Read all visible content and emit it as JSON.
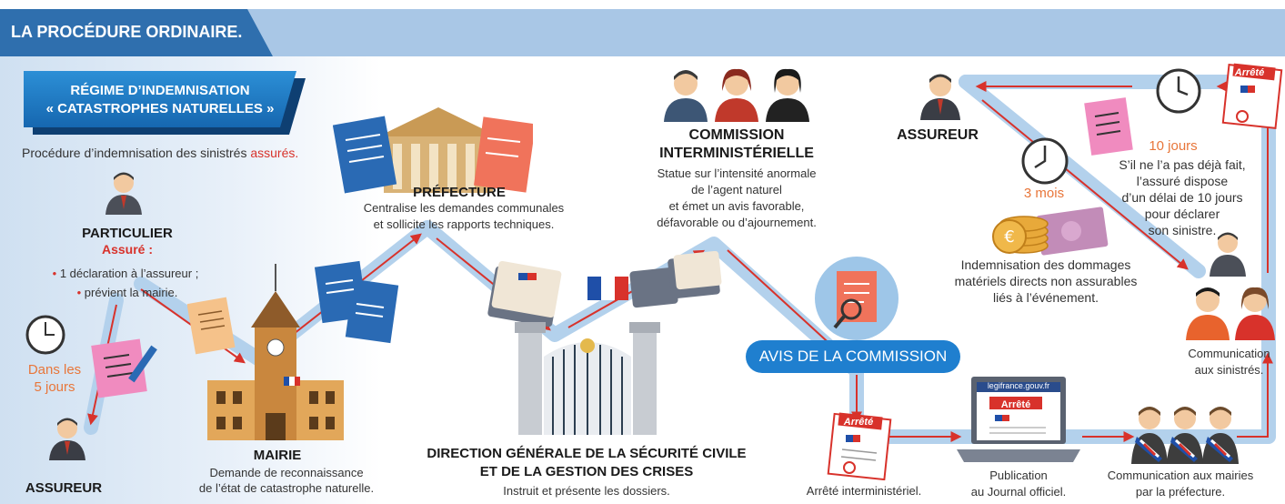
{
  "header": {
    "title": "LA PROCÉDURE ORDINAIRE."
  },
  "regime": {
    "line1": "RÉGIME D’INDEMNISATION",
    "line2": "« CATASTROPHES NATURELLES »"
  },
  "intro": {
    "text": "Procédure d’indemnisation des sinistrés ",
    "highlight": "assurés."
  },
  "particulier": {
    "title": "PARTICULIER",
    "subtitle": "Assuré :",
    "item1": "1 déclaration à l’assureur ;",
    "item2": "prévient la mairie."
  },
  "delay5": {
    "line1": "Dans les",
    "line2": "5 jours"
  },
  "assureur_left": {
    "label": "ASSUREUR"
  },
  "mairie": {
    "title": "MAIRIE",
    "line1": "Demande de reconnaissance",
    "line2": "de l’état de catastrophe naturelle."
  },
  "prefecture": {
    "title": "PRÉFECTURE",
    "line1": "Centralise les demandes communales",
    "line2": "et sollicite les rapports techniques."
  },
  "dgscgc": {
    "line1": "DIRECTION GÉNÉRALE DE LA SÉCURITÉ CIVILE",
    "line2": "ET DE LA GESTION DES CRISES",
    "line3": "Instruit et présente les dossiers."
  },
  "commission": {
    "title1": "COMMISSION",
    "title2": "INTERMINISTÉRIELLE",
    "line1": "Statue sur l’intensité anormale",
    "line2": "de l’agent naturel",
    "line3": "et émet un avis favorable,",
    "line4": "défavorable ou d’ajournement."
  },
  "avis": {
    "label": "AVIS DE LA COMMISSION"
  },
  "arrete_label": "Arrêté",
  "arrete_inter": {
    "text": "Arrêté interministériel."
  },
  "publication": {
    "line1": "Publication",
    "line2": "au Journal officiel.",
    "site": "legifrance.gouv.fr",
    "doc": "Arrêté"
  },
  "communication_mairies": {
    "line1": "Communication aux mairies",
    "line2": "par la préfecture."
  },
  "communication_sinistres": {
    "line1": "Communication",
    "line2": "aux sinistrés."
  },
  "assureur_right": {
    "label": "ASSUREUR"
  },
  "delay10": {
    "label": "10 jours",
    "line1": "S’il ne l’a pas déjà fait,",
    "line2": "l’assuré dispose",
    "line3": "d’un délai de 10 jours",
    "line4": "pour déclarer",
    "line5": "son sinistre."
  },
  "delay3": {
    "label": "3 mois"
  },
  "indemnisation": {
    "line1": "Indemnisation des dommages",
    "line2": "matériels directs non assurables",
    "line3": "liés à l’événement."
  },
  "colors": {
    "header": "#2f6fae",
    "path": "#b3d1ec",
    "arrow": "#d8322b",
    "accent": "#1f7fcf",
    "orange": "#e8763a"
  }
}
